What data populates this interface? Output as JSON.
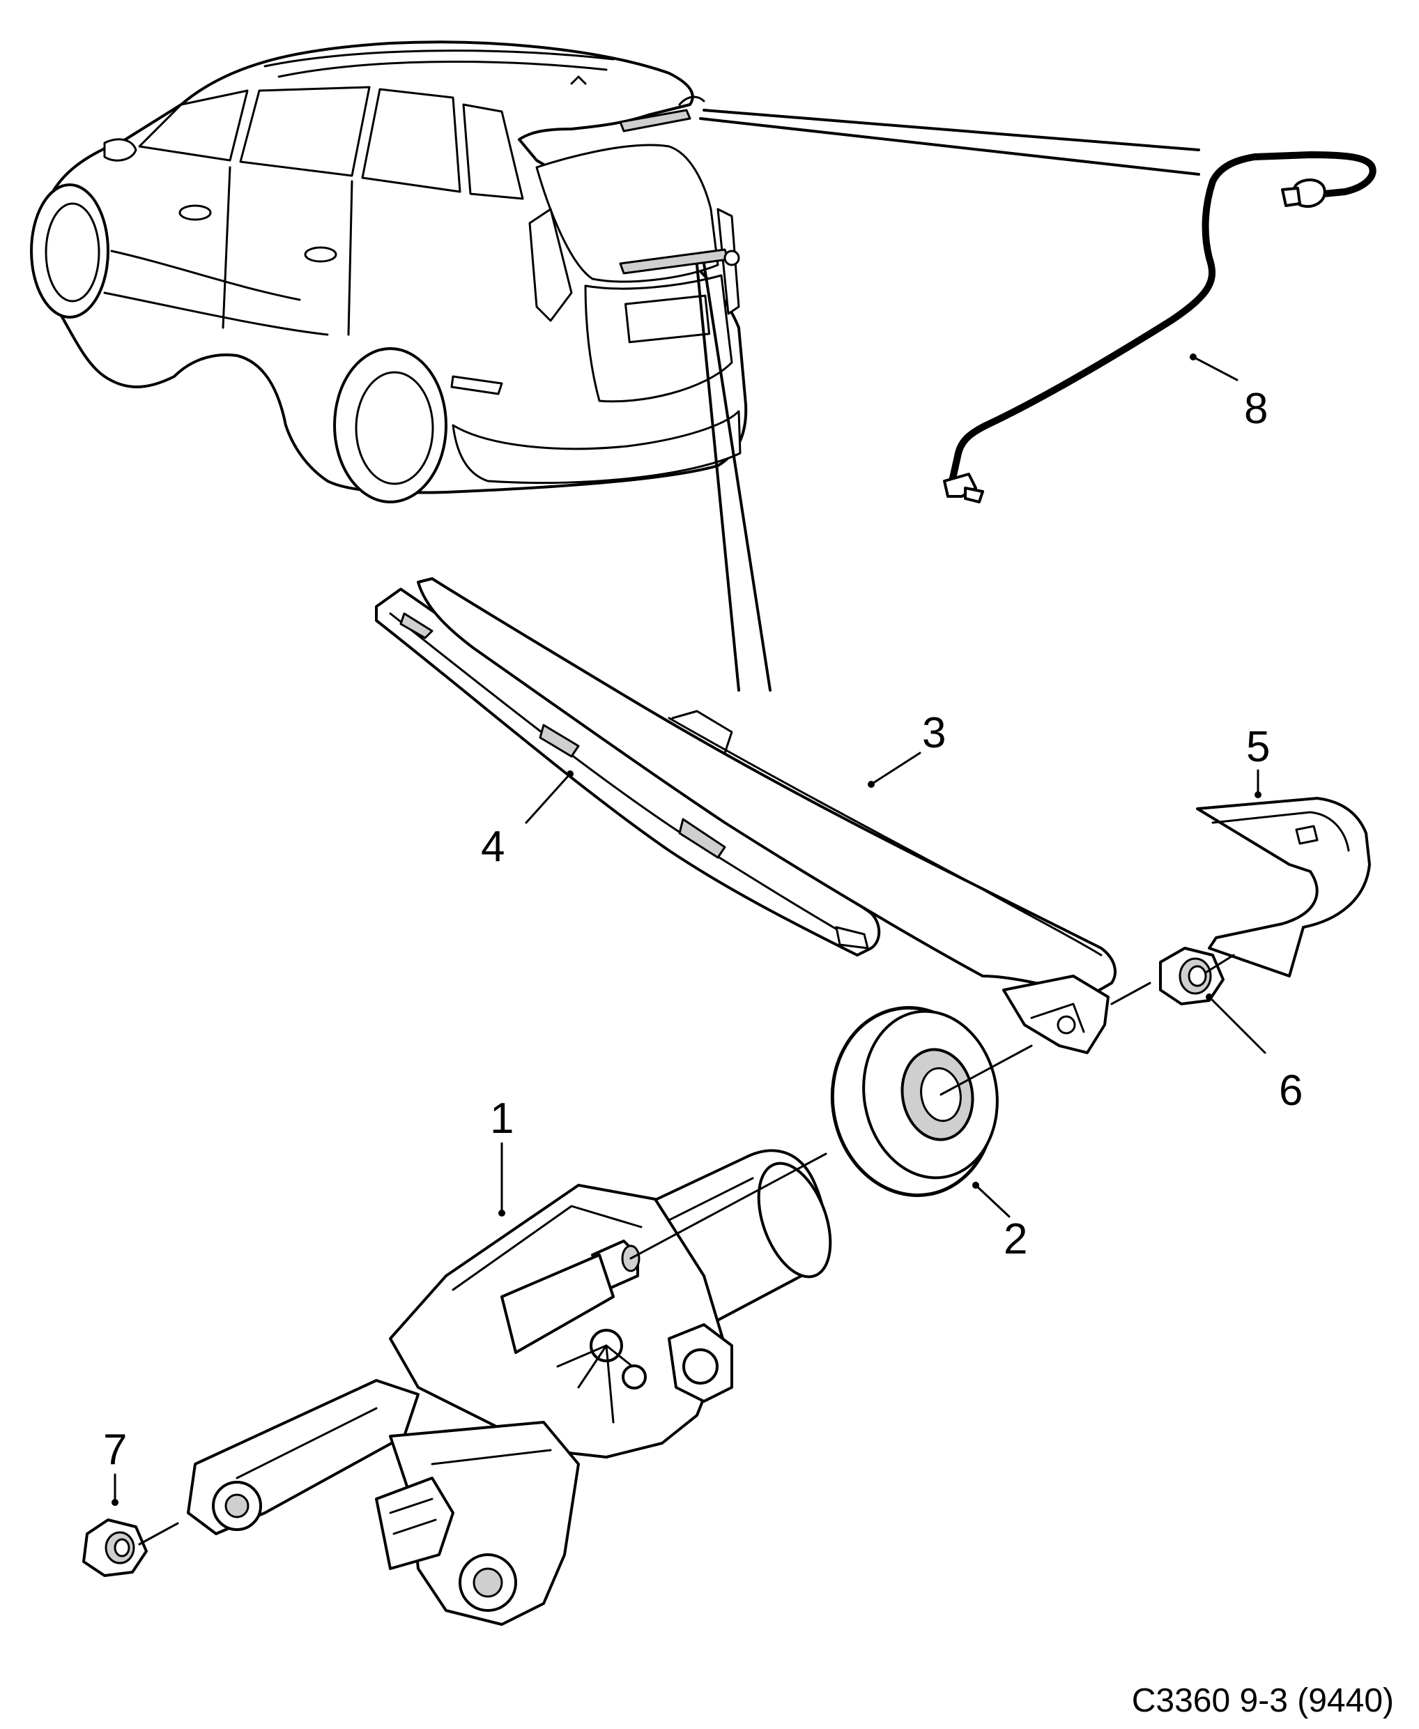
{
  "diagram": {
    "reference_code": "C3360 9-3 (9440)",
    "callouts": [
      {
        "id": "1",
        "label": "1"
      },
      {
        "id": "2",
        "label": "2"
      },
      {
        "id": "3",
        "label": "3"
      },
      {
        "id": "4",
        "label": "4"
      },
      {
        "id": "5",
        "label": "5"
      },
      {
        "id": "6",
        "label": "6"
      },
      {
        "id": "7",
        "label": "7"
      },
      {
        "id": "8",
        "label": "8"
      }
    ]
  }
}
